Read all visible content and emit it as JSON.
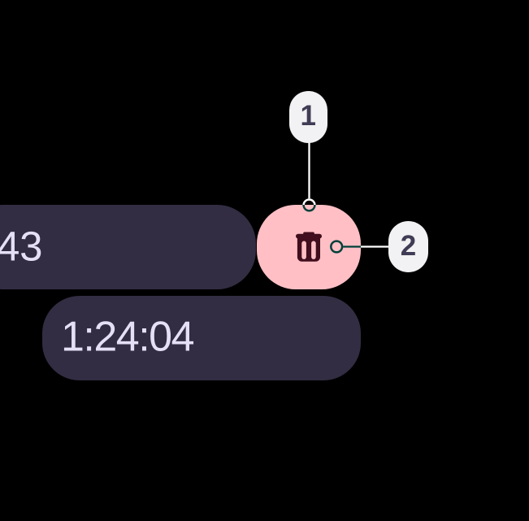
{
  "screen": {
    "description": "Dark recording screen crop with two time chips, a pink delete button and two numbered annotation callouts"
  },
  "colors": {
    "background": "#000000",
    "chip": "#332d43",
    "chip_text": "#e6e0f6",
    "button": "#ffbfc5",
    "button_icon": "#400e1e",
    "badge": "#f2f1f3",
    "badge_text": "#403c55",
    "annotation_line": "#ffffff"
  },
  "chips": {
    "lap_value": "43",
    "time_value": "1:24:04"
  },
  "delete_button": {
    "icon": "trash-icon"
  },
  "annotations": [
    {
      "label": "1"
    },
    {
      "label": "2"
    }
  ]
}
